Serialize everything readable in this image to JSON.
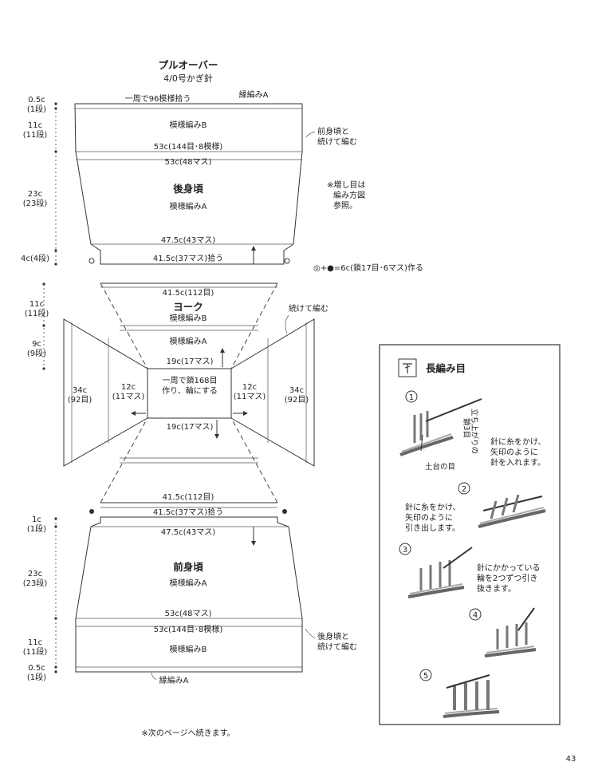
{
  "title": "プルオーバー",
  "hook": "4/0号かぎ針",
  "back": {
    "pickup": "一周で96模様拾う",
    "edge": "縁編みA",
    "patternB": "模様編みB",
    "cont1": "前身頃と",
    "cont2": "続けて編む",
    "w53a": "53c(144目･8模様)",
    "w53b": "53c(48マス)",
    "name": "後身頃",
    "patternA": "模様編みA",
    "w475": "47.5c(43マス)",
    "w415": "41.5c(37マス)拾う",
    "h05": "0.5c",
    "h05r": "(1段)",
    "h11": "11c",
    "h11r": "(11段)",
    "h23": "23c",
    "h23r": "(23段)",
    "h4": "4c(4段)"
  },
  "note": {
    "l1": "※増し目は",
    "l2": "編み方図",
    "l3": "参照。",
    "chain": "◎+●=6c(鎖17目･6マス)作る"
  },
  "yoke": {
    "w415top": "41.5c(112目)",
    "name": "ヨーク",
    "patternB": "模様編みB",
    "cont": "続けて編む",
    "patternA": "模様編みA",
    "w19top": "19c(17マス)",
    "ring1": "一周で鎖168目",
    "ring2": "作り、輪にする",
    "w19bot": "19c(17マス)",
    "h11": "11c",
    "h11r": "(11段)",
    "h9": "9c",
    "h9r": "(9段)",
    "left34": "34c",
    "left34r": "(92目)",
    "left12": "12c",
    "left12r": "(11マス)",
    "right12": "12c",
    "right12r": "(11マス)",
    "right34": "34c",
    "right34r": "(92目)"
  },
  "front": {
    "w415top": "41.5c(112目)",
    "w415": "41.5c(37マス)拾う",
    "w475": "47.5c(43マス)",
    "name": "前身頃",
    "patternA": "模様編みA",
    "w53b": "53c(48マス)",
    "w53a": "53c(144目･8模様)",
    "patternB": "模様編みB",
    "cont1": "後身頃と",
    "cont2": "続けて編む",
    "edge": "縁編みA",
    "h1": "1c",
    "h1r": "(1段)",
    "h23": "23c",
    "h23r": "(23段)",
    "h11": "11c",
    "h11r": "(11段)",
    "h05": "0.5c",
    "h05r": "(1段)"
  },
  "footer": "※次のページへ続きます。",
  "page_number": "43",
  "guide": {
    "title": "長編み目",
    "step1_num": "1",
    "step1_side1": "立ち上がりの",
    "step1_side2": "鎖3目",
    "step1_base": "土台の目",
    "step1_text1": "針に糸をかけ、",
    "step1_text2": "矢印のように",
    "step1_text3": "針を入れます。",
    "step2_num": "2",
    "step2_text1": "針に糸をかけ、",
    "step2_text2": "矢印のように",
    "step2_text3": "引き出します。",
    "step3_num": "3",
    "step3_text1": "針にかかっている",
    "step3_text2": "輪を2つずつ引き",
    "step3_text3": "抜きます。",
    "step4_num": "4",
    "step5_num": "5"
  }
}
